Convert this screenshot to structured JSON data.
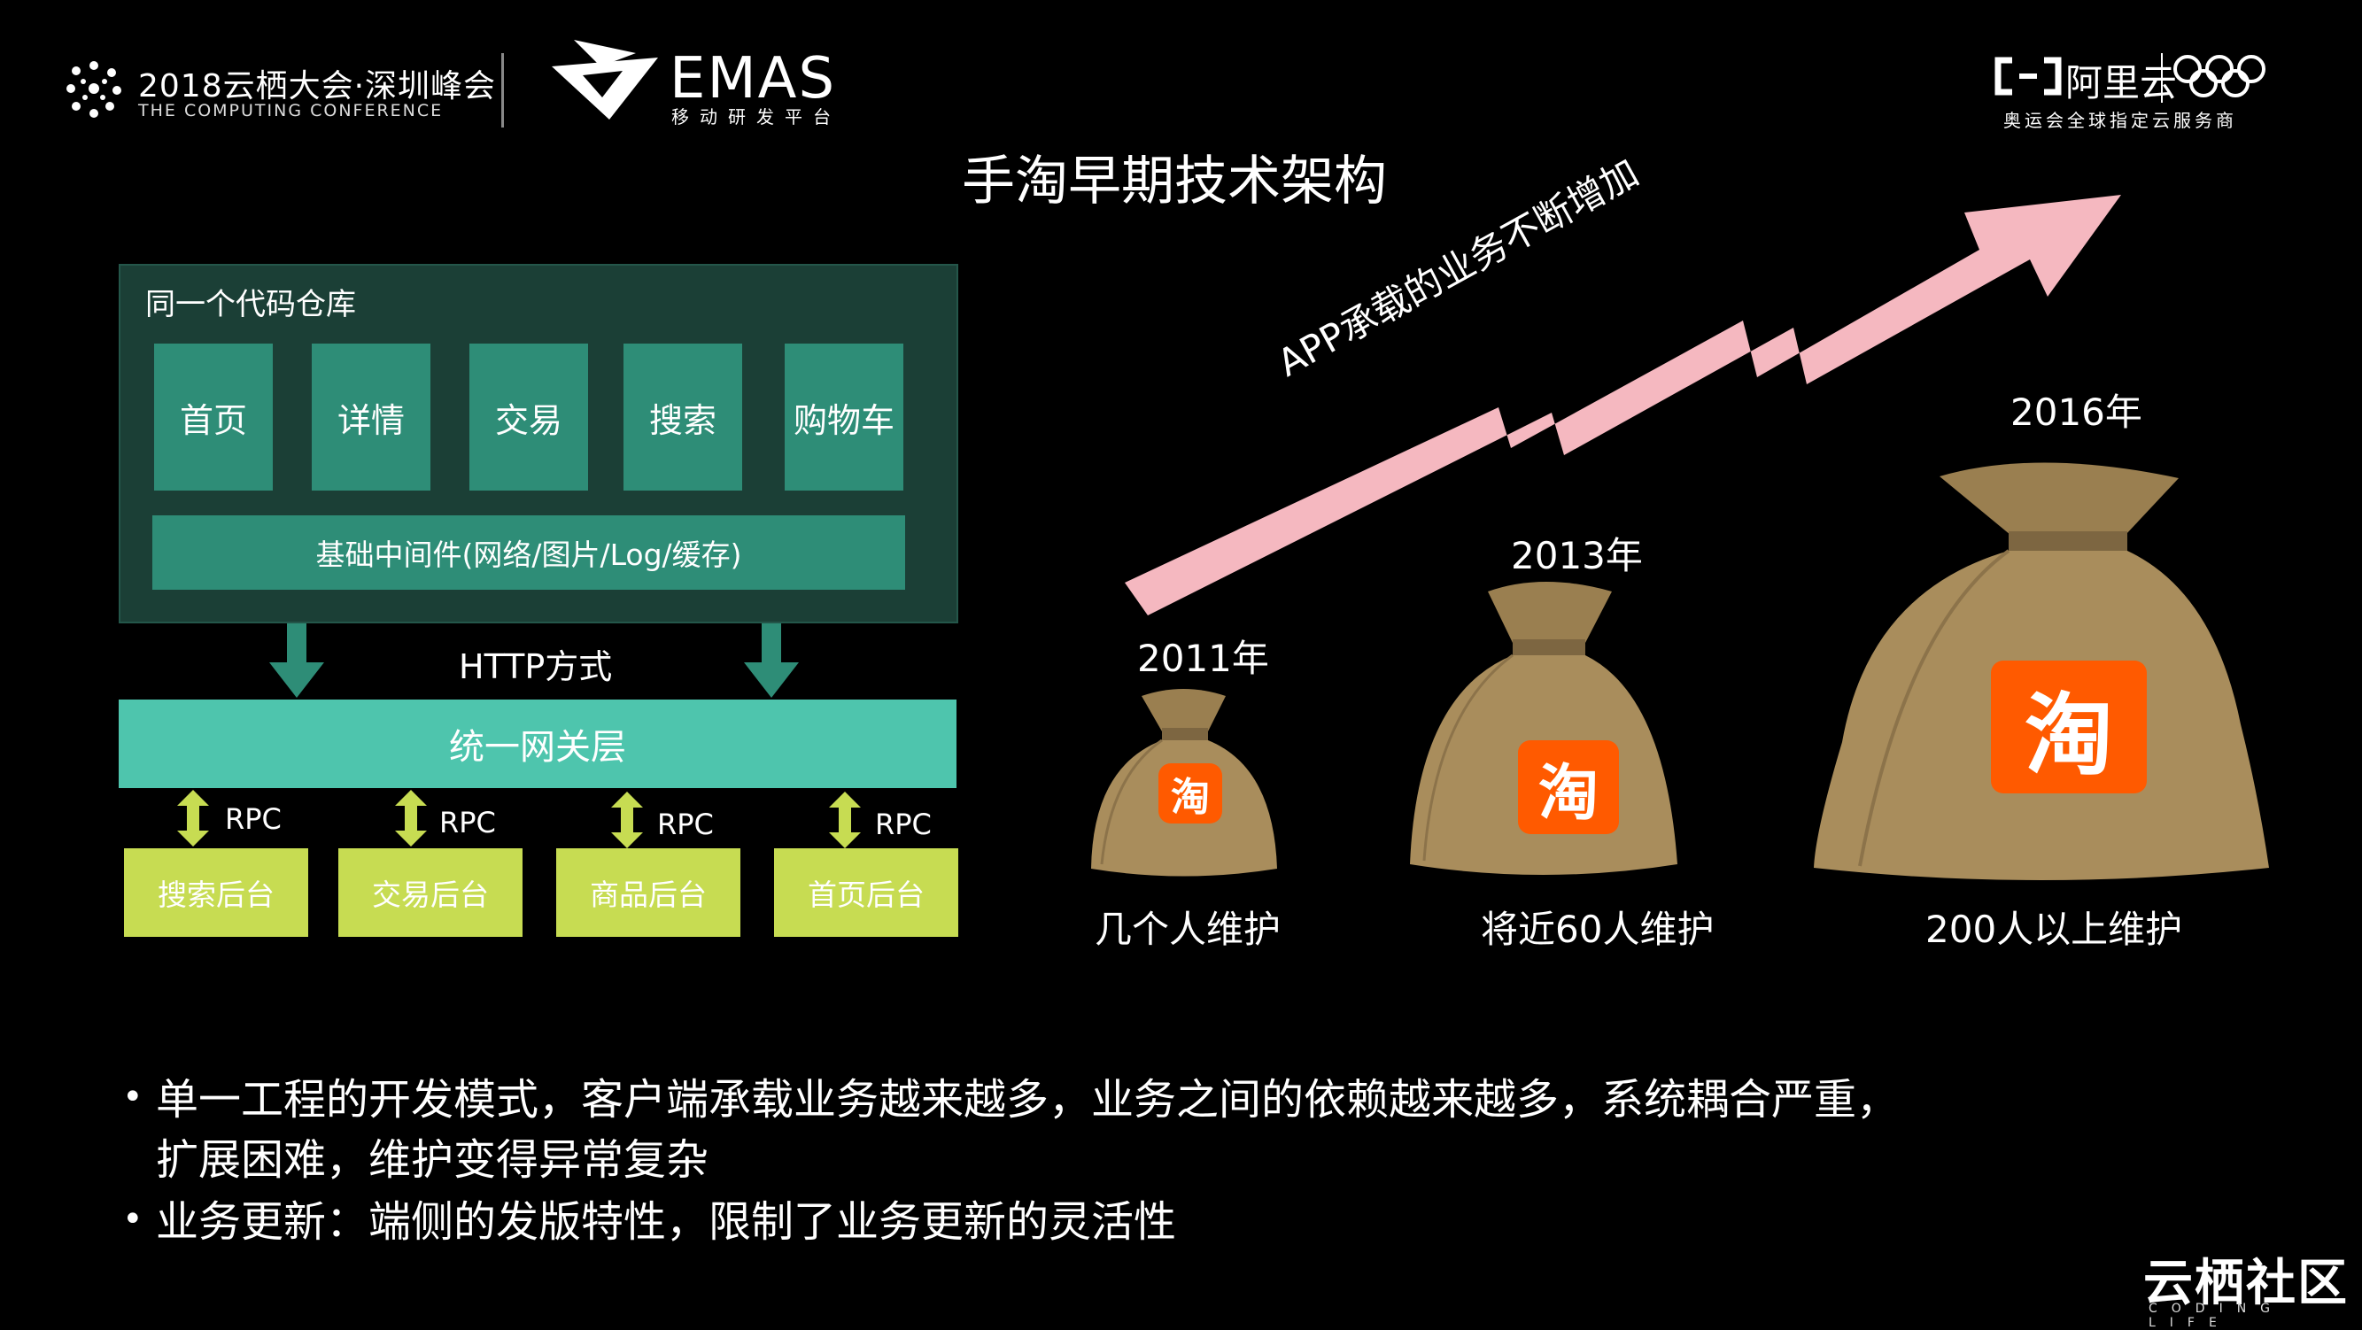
{
  "header": {
    "conference_title": "2018云栖大会·深圳峰会",
    "conference_sub": "THE COMPUTING CONFERENCE",
    "emas_title": "EMAS",
    "emas_sub": "移动研发平台",
    "aliyun_name": "阿里云",
    "aliyun_sub": "奥运会全球指定云服务商"
  },
  "slide_title": "手淘早期技术架构",
  "architecture": {
    "repo_label": "同一个代码仓库",
    "modules": [
      "首页",
      "详情",
      "交易",
      "搜索",
      "购物车"
    ],
    "middleware": "基础中间件(网络/图片/Log/缓存)",
    "http_label": "HTTP方式",
    "gateway": "统一网关层",
    "rpc_label": "RPC",
    "backends": [
      "搜索后台",
      "交易后台",
      "商品后台",
      "首页后台"
    ]
  },
  "growth": {
    "arrow_text": "APP承载的业务不断增加",
    "bags": [
      {
        "year": "2011年",
        "caption": "几个人维护",
        "logo": "淘"
      },
      {
        "year": "2013年",
        "caption": "将近60人维护",
        "logo": "淘"
      },
      {
        "year": "2016年",
        "caption": "200人以上维护",
        "logo": "淘"
      }
    ]
  },
  "bullets": [
    {
      "line1": "单一工程的开发模式，客户端承载业务越来越多，业务之间的依赖越来越多，系统耦合严重，",
      "line2": "扩展困难，维护变得异常复杂"
    },
    {
      "line1": "业务更新：端侧的发版特性，限制了业务更新的灵活性"
    }
  ],
  "footer": {
    "brand": "云栖社区",
    "brand_sub": "CODING LIFE"
  },
  "colors": {
    "background": "#000000",
    "repo_box": "#1b3f36",
    "module": "#2e8d77",
    "gateway": "#4ec5ad",
    "backend": "#c7dc52",
    "arrow": "#f5b8c0",
    "taobao": "#ff5a00",
    "bag": "#a98d5c"
  }
}
